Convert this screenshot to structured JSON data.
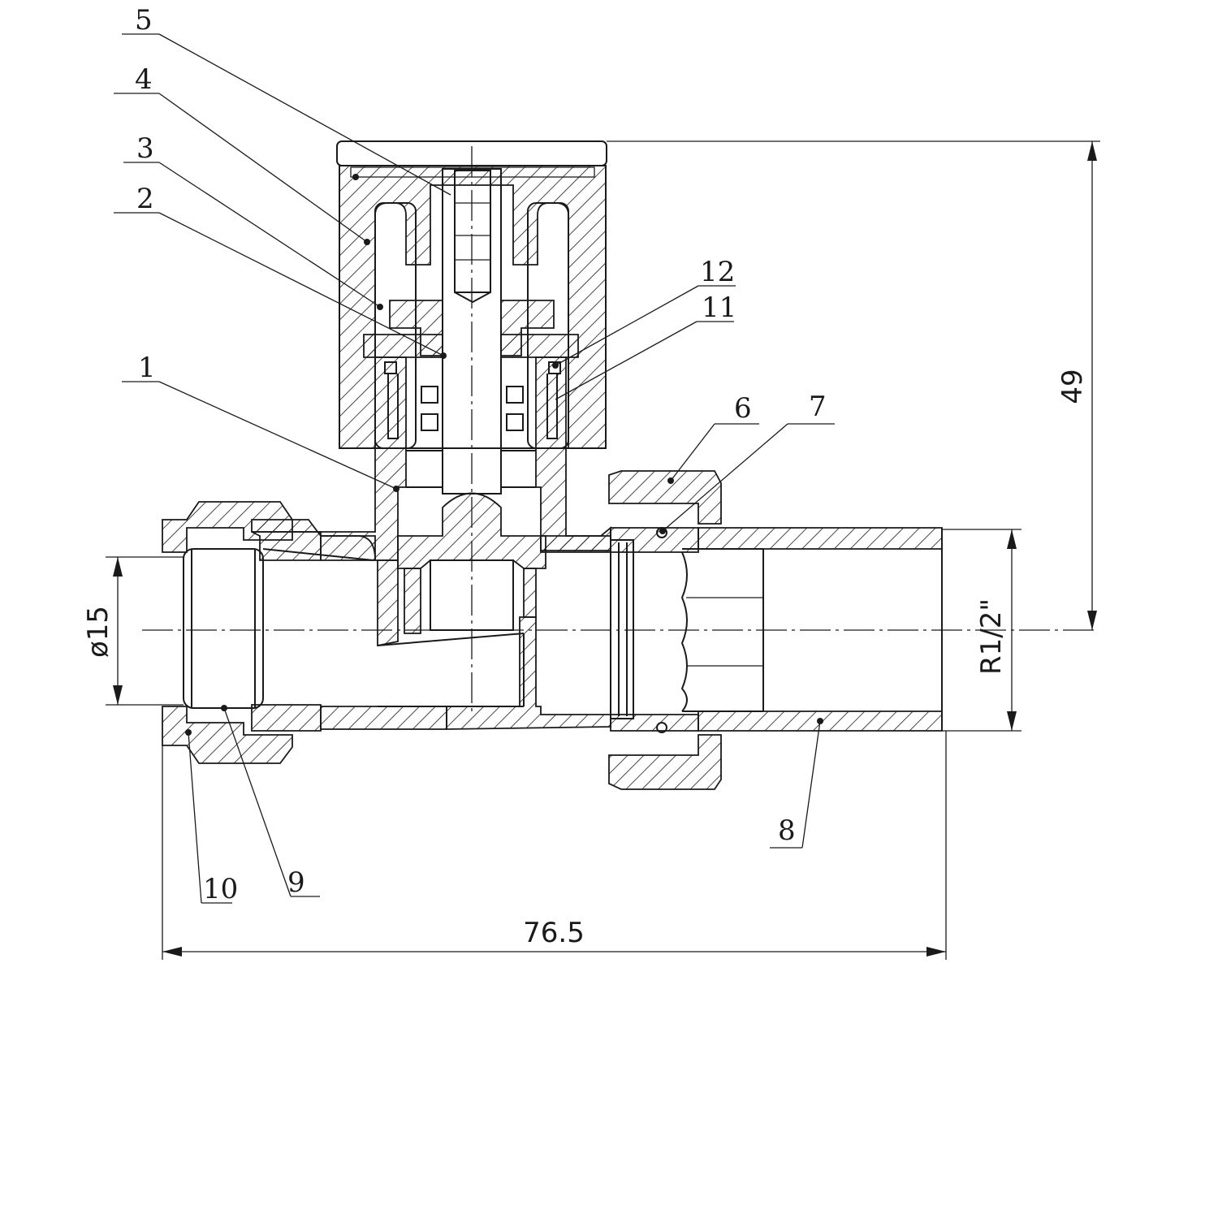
{
  "callouts": [
    {
      "id": "5",
      "text": "5"
    },
    {
      "id": "4",
      "text": "4"
    },
    {
      "id": "3",
      "text": "3"
    },
    {
      "id": "2",
      "text": "2"
    },
    {
      "id": "1",
      "text": "1"
    },
    {
      "id": "12",
      "text": "12"
    },
    {
      "id": "11",
      "text": "11"
    },
    {
      "id": "6",
      "text": "6"
    },
    {
      "id": "7",
      "text": "7"
    },
    {
      "id": "8",
      "text": "8"
    },
    {
      "id": "9",
      "text": "9"
    },
    {
      "id": "10",
      "text": "10"
    }
  ],
  "dimensions": {
    "height": "49",
    "length": "76.5",
    "pipe_diameter": "ø15",
    "thread": "R1/2\""
  },
  "colors": {
    "line": "#1a1a1a",
    "background": "#ffffff"
  }
}
